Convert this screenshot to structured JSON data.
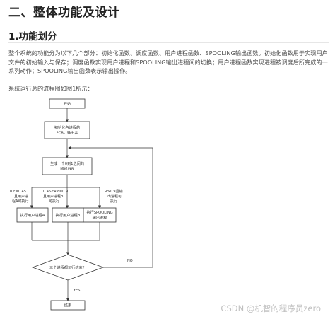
{
  "heading": "二、整体功能及设计",
  "section_title": "1.功能划分",
  "paragraph": "整个系统的功能分为以下几个部分：初始化函数、调度函数、用户进程函数、SPOOLING输出函数。初始化函数用于实现用户文件的初始输入与保存；调度函数实现用户进程和SPOOLING输出进程间的切换；用户进程函数实现进程被调度后所完成的一系列动作；SPOOLING输出函数表示输出操作。",
  "figure_intro": "系统运行总的流程图如图1所示：",
  "flowchart": {
    "start": "开始",
    "init_line1": "初始化各进程的",
    "init_line2": "PCB，输出井",
    "random_line1": "生成一个0到1之间的",
    "random_line2": "随机数R",
    "cond_left_1": "R<=0.45",
    "cond_left_2": "且用户进",
    "cond_left_3": "程A可执行",
    "cond_mid_1": "0.45<R<=0.9",
    "cond_mid_2": "且用户进程B",
    "cond_mid_3": "可执行",
    "cond_right_1": "R>0.9且输",
    "cond_right_2": "出进程可",
    "cond_right_3": "执行",
    "proc_a": "执行用户进程A",
    "proc_b": "执行用户进程B",
    "spool_line1": "执行SPOOLING",
    "spool_line2": "输出进程",
    "decision": "三个进程都运行结束？",
    "no_label": "NO",
    "yes_label": "YES",
    "end": "结束"
  },
  "watermark": "CSDN @机智的程序员zero"
}
